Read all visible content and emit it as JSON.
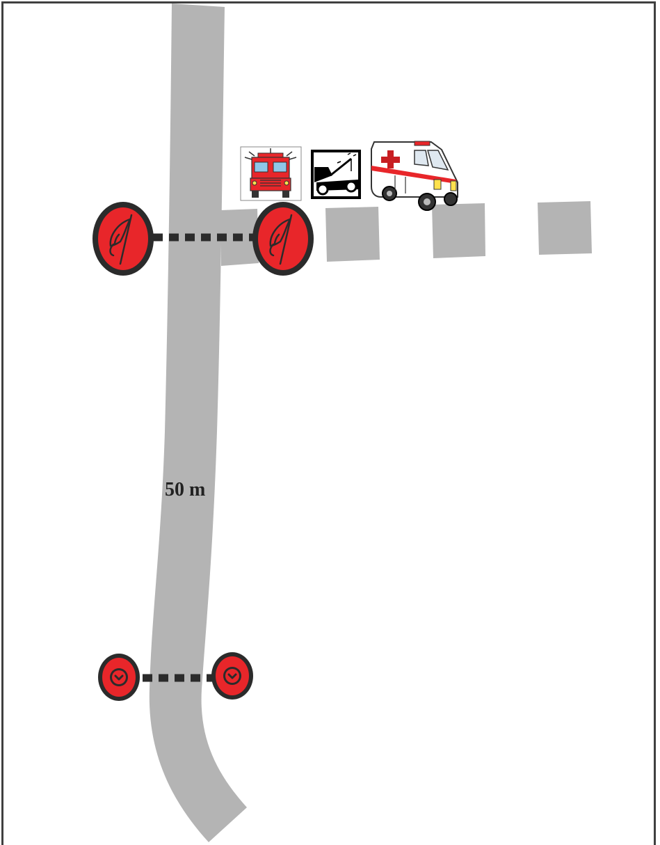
{
  "distance_label": "50 m",
  "colors": {
    "road": "#b4b4b4",
    "sign_red": "#e8262a",
    "sign_border": "#2b2b2b",
    "chain": "#2b2b2b",
    "frame": "#404040"
  },
  "signs": [
    {
      "name": "no-entry-emergency-sign-left",
      "icon": "hand-sign-icon"
    },
    {
      "name": "no-entry-emergency-sign-right",
      "icon": "hand-sign-icon"
    },
    {
      "name": "chevron-sign-left",
      "icon": "chevron-down-icon"
    },
    {
      "name": "chevron-sign-right",
      "icon": "chevron-down-icon"
    }
  ],
  "vehicles": [
    {
      "name": "fire-truck",
      "icon": "fire-truck-icon"
    },
    {
      "name": "tow-truck",
      "icon": "tow-truck-icon"
    },
    {
      "name": "ambulance",
      "icon": "ambulance-icon"
    }
  ]
}
